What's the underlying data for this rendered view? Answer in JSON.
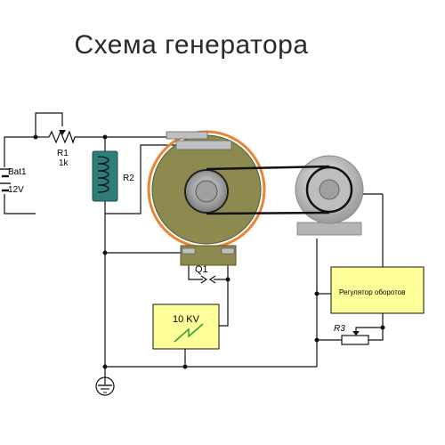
{
  "title": "Схема генератора",
  "components": {
    "battery": {
      "name": "Bat1",
      "value": "12V"
    },
    "r1": {
      "name": "R1",
      "value": "1k"
    },
    "r2": {
      "name": "R2"
    },
    "q1": {
      "name": "Q1"
    },
    "hv_module": {
      "label": "10 KV"
    },
    "regulator": {
      "label": "Регулятор оборотов"
    },
    "r3": {
      "name": "R3"
    }
  },
  "colors": {
    "wire": "#111111",
    "generator_ring": "#e8843a",
    "generator_body": "#8c8a4e",
    "coil": "#2f7d78",
    "yellow_box": "#ffff99",
    "motor_body": "#c8c8c8",
    "contact": "#c0c0c0"
  }
}
